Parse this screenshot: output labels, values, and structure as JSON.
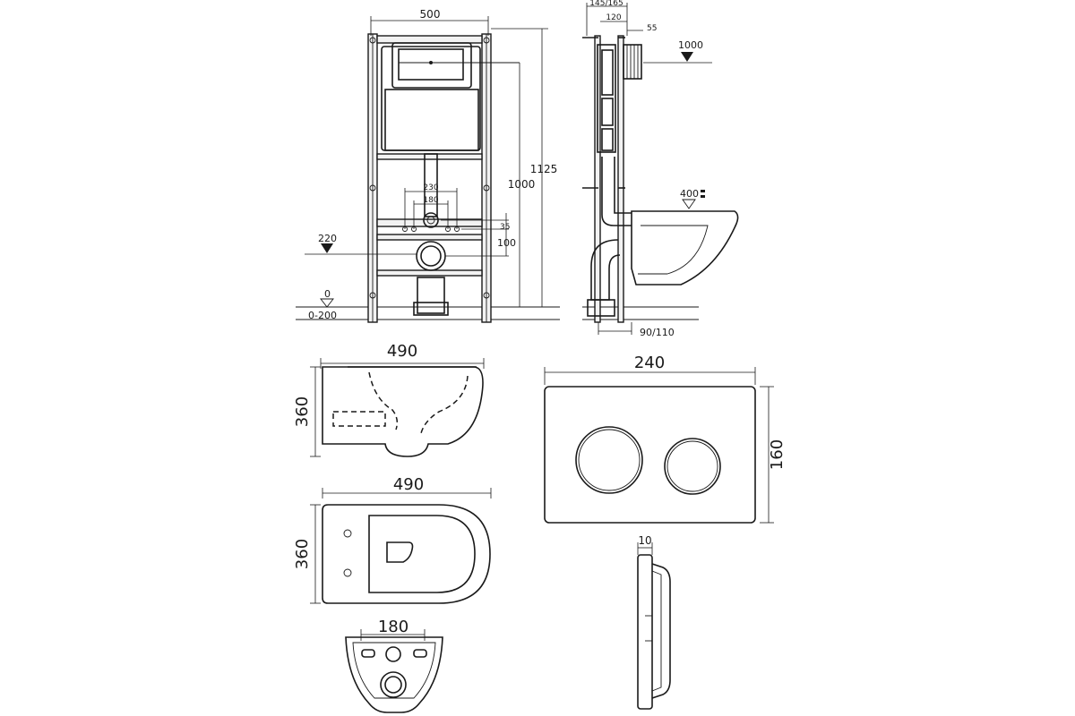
{
  "front_view": {
    "width": "500",
    "height_total": "1125",
    "height_flush": "1000",
    "outlet_230": "230",
    "outlet_180": "180",
    "dim_35": "35",
    "dim_100": "100",
    "level_220": "220",
    "level_0": "0",
    "level_0_200": "0-200"
  },
  "side_view": {
    "depth": "145/165",
    "dim_120": "120",
    "dim_55": "55",
    "level_1000": "1000",
    "level_400": "400",
    "outlet": "90/110"
  },
  "bowl_side": {
    "length": "490",
    "height": "360"
  },
  "bowl_top": {
    "length": "490",
    "width": "360"
  },
  "bowl_back": {
    "width": "180"
  },
  "flush_plate": {
    "width": "240",
    "height": "160",
    "thickness": "10"
  }
}
